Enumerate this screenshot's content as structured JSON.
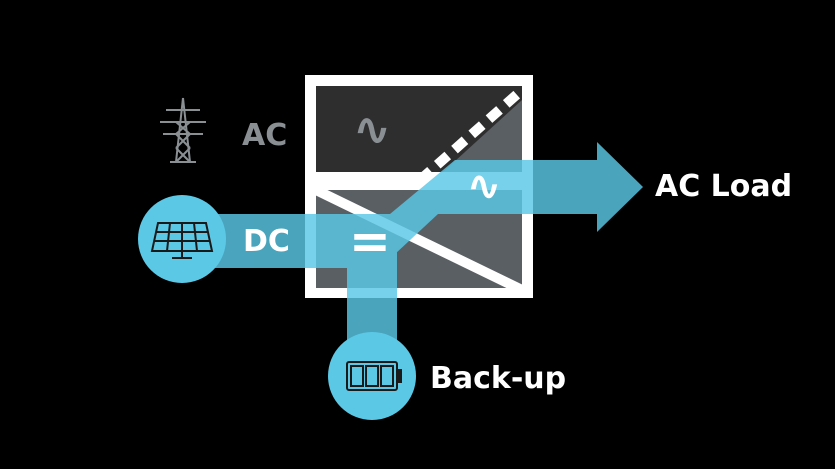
{
  "labels": {
    "ac_source": "AC",
    "dc_source": "DC",
    "ac_load": "AC Load",
    "backup": "Back-up"
  },
  "symbols": {
    "ac_source_symbol": "∿",
    "dc_symbol": "=",
    "ac_output_symbol": "∿"
  },
  "icons": {
    "grid": "power-pylon-icon",
    "solar": "solar-panel-icon",
    "battery": "battery-icon"
  },
  "colors": {
    "background": "#000000",
    "flow": "#5bc8e6",
    "flow_dim": "#3f8fa8",
    "inactive_text": "#8a8f94",
    "inverter_top": "#2e2e2e",
    "inverter_bottom": "#5a5f64",
    "inverter_border": "#ffffff",
    "label_text": "#ffffff"
  }
}
